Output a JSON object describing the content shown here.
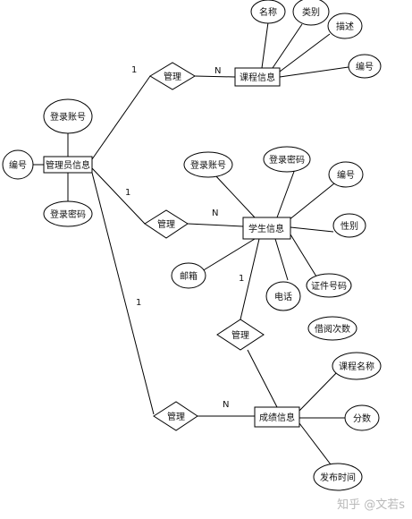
{
  "entities": {
    "admin": "管理员信息",
    "course": "课程信息",
    "student": "学生信息",
    "grade": "成绩信息"
  },
  "relationships": {
    "admin_course": "管理",
    "admin_student": "管理",
    "admin_grade": "管理",
    "student_grade": "管理"
  },
  "attributes": {
    "admin_account": "登录账号",
    "admin_id": "编号",
    "admin_password": "登录密码",
    "course_name": "名称",
    "course_category": "类别",
    "course_desc": "描述",
    "course_id": "编号",
    "student_account": "登录账号",
    "student_password": "登录密码",
    "student_id": "编号",
    "student_gender": "性别",
    "student_email": "邮箱",
    "student_phone": "电话",
    "student_idcard": "证件号码",
    "borrow_count": "借阅次数",
    "grade_course_name": "课程名称",
    "grade_score": "分数",
    "grade_publish_time": "发布时间"
  },
  "cardinality": {
    "admin_course_1": "1",
    "admin_course_n": "N",
    "admin_student_1": "1",
    "admin_student_n": "N",
    "admin_grade_1": "1",
    "admin_grade_n": "N",
    "student_grade_1": "1"
  },
  "watermark": "知乎 @文若s"
}
